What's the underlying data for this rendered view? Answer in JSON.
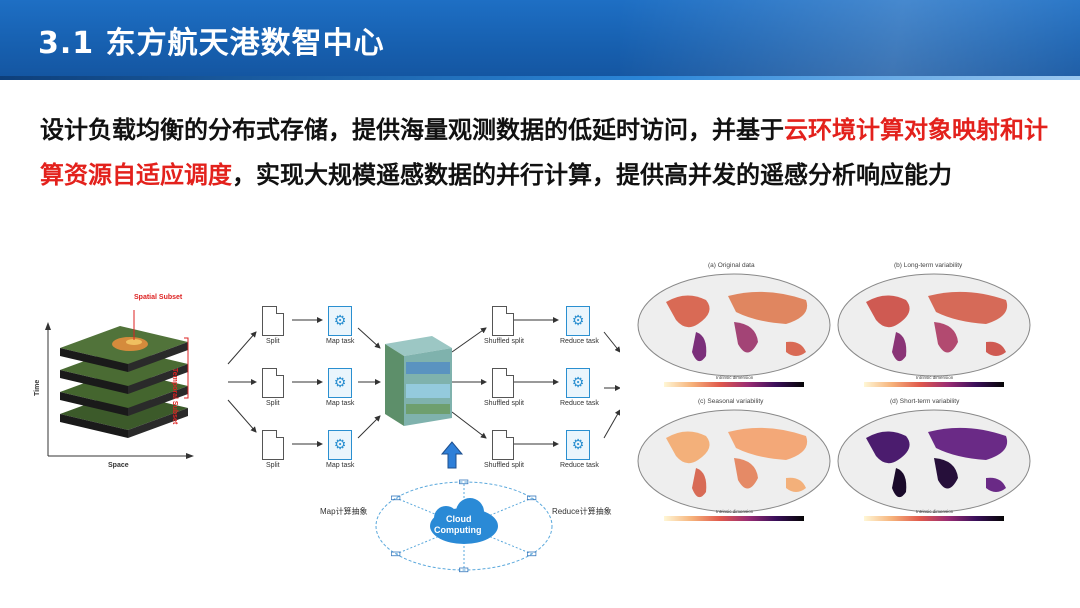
{
  "header": {
    "title": "3.1 东方航天港数智中心"
  },
  "intro": {
    "part1": "设计负载均衡的分布式存储，提供海量观测数据的低延时访问，并基于",
    "highlight": "云环境计算对象映射和计算资源自适应调度",
    "part2": "，实现大规模遥感数据的并行计算，提供高并发的遥感分析响应能力"
  },
  "cube_figure": {
    "spatial_subset": "Spatial Subset",
    "temporal_subset": "Temporal Subset",
    "time_axis": "Time",
    "space_axis": "Space"
  },
  "mapreduce": {
    "split": "Split",
    "map_task": "Map task",
    "shuffled_split": "Shuffled split",
    "reduce_task": "Reduce task",
    "map_abstract": "Map计算抽象",
    "reduce_abstract": "Reduce计算抽象",
    "cloud_line1": "Cloud",
    "cloud_line2": "Computing"
  },
  "maps": [
    {
      "title": "(a) Original data",
      "cbar_label": "Intrinsic dimension"
    },
    {
      "title": "(b) Long-term variability",
      "cbar_label": "Intrinsic dimension"
    },
    {
      "title": "(c) Seasonal variability",
      "cbar_label": "Intrinsic dimension"
    },
    {
      "title": "(d) Short-term variability",
      "cbar_label": "Intrinsic dimension"
    }
  ],
  "colors": {
    "header_blue": "#1760b0",
    "highlight_red": "#e3211c",
    "task_blue": "#2a8fd0"
  },
  "icons": [
    "gear-icon",
    "document-icon",
    "up-arrow-icon",
    "computer-icon",
    "cloud-icon"
  ]
}
